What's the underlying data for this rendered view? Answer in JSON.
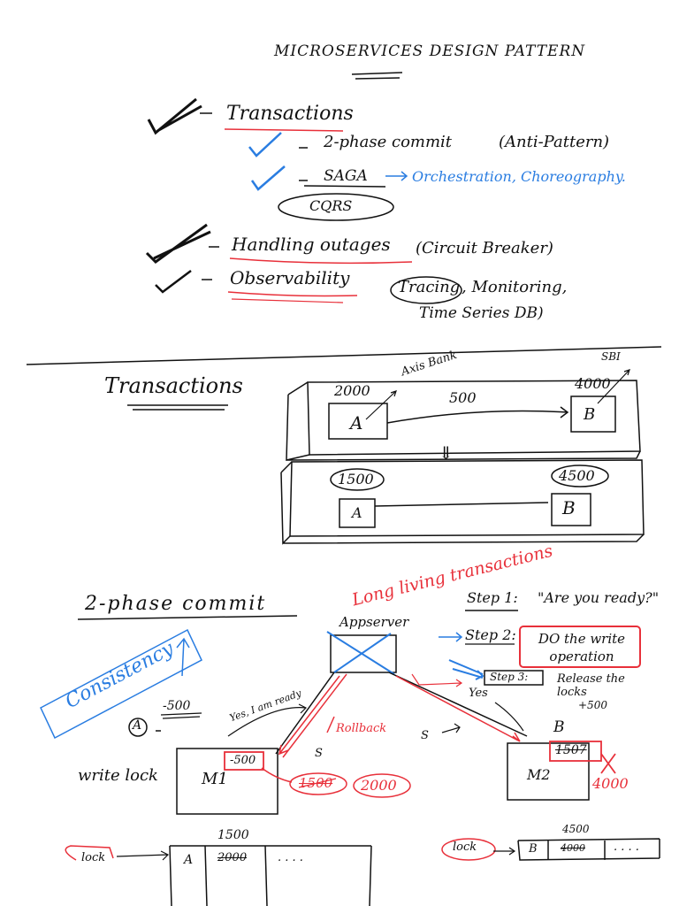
{
  "title": "MICROSERVICES DESIGN PATTERN",
  "topics": {
    "transactions": "Transactions",
    "two_phase": "2-phase commit",
    "anti_pattern": "(Anti-Pattern)",
    "saga": "SAGA",
    "saga_note": "Orchestration, Choreography.",
    "cqrs": "CQRS",
    "outages": "Handling outages",
    "circuit": "(Circuit Breaker)",
    "observability": "Observability",
    "tracing": "Tracing",
    "monitoring": ", Monitoring,",
    "tsdb": "Time Series DB)"
  },
  "transactions_section": {
    "heading": "Transactions",
    "axis_bank": "Axis Bank",
    "sbi": "SBI",
    "a_before": "2000",
    "b_before": "4000",
    "amount": "500",
    "node_a": "A",
    "node_b": "B",
    "a_after": "1500",
    "b_after": "4500",
    "arrow_down": "⇓"
  },
  "two_phase_section": {
    "heading": "2-phase commit",
    "long_living": "Long living transactions",
    "appserver": "Appserver",
    "step1_label": "Step 1:",
    "step1_text": "\"Are you ready?\"",
    "step2_label": "Step 2:",
    "step2_text": "DO the write operation",
    "step3_label": "Step 3:",
    "step3_text": "Release the locks",
    "consistency": "Consistency",
    "a_circle": "A",
    "minus500": "-500",
    "yes_i_am": "Yes, I am ready",
    "rollback": "Rollback",
    "yes": "Yes",
    "s_left": "S",
    "s_mid": "S",
    "write_lock": "write lock",
    "m1": "M1",
    "m1_cell": "-500",
    "v1500_struck": "1500",
    "v2000": "2000",
    "b_label": "B",
    "plus500": "+500",
    "m2": "M2",
    "m2_cell": "1507",
    "v4000": "4000",
    "row1_top": "1500",
    "row1_a": "A",
    "row1_struck": "2000",
    "row1_dots": ". . . .",
    "lock_left": "lock",
    "row2_top": "4500",
    "lock_right": "lock",
    "row2_b": "B",
    "row2_struck": "4000",
    "row2_dots": ". . . ."
  },
  "colors": {
    "ink": "#111111",
    "blue": "#2a7de1",
    "red": "#e8303a"
  }
}
